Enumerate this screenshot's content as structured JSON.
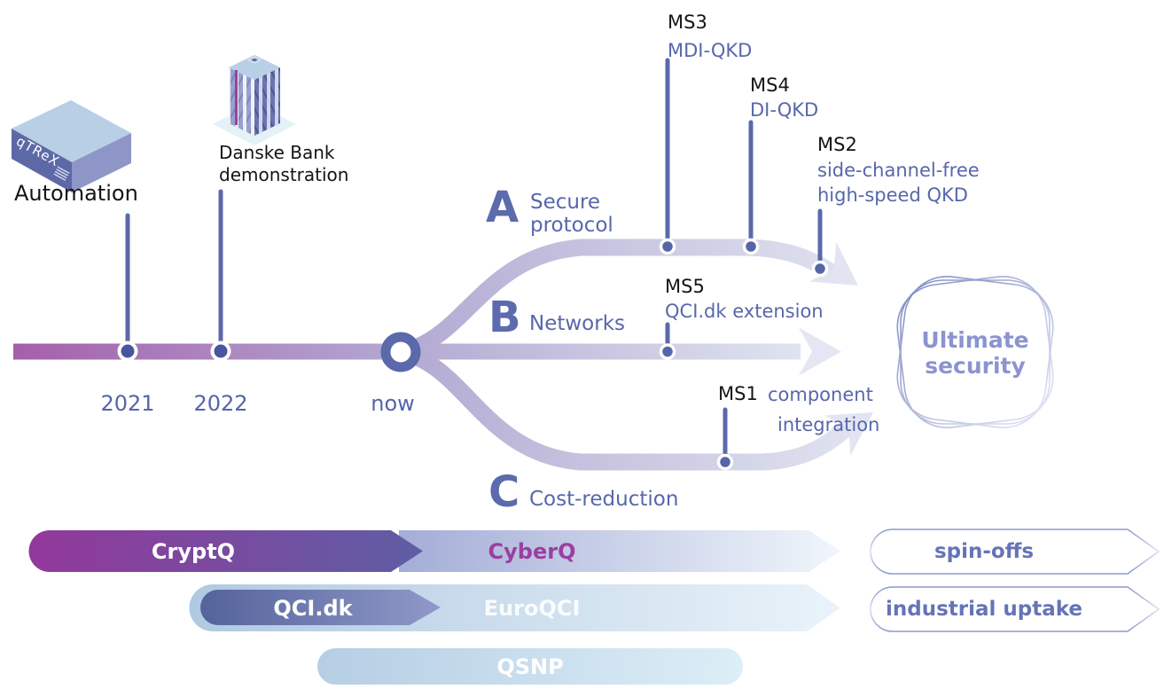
{
  "events": {
    "automation": {
      "label": "Automation"
    },
    "device_name": "qTReX",
    "danske": {
      "line1": "Danske Bank",
      "line2": "demonstration"
    }
  },
  "timeline": {
    "year1": "2021",
    "year2": "2022",
    "now": "now"
  },
  "branches": {
    "a": {
      "letter": "A",
      "line1": "Secure",
      "line2": "protocol"
    },
    "b": {
      "letter": "B",
      "line1": "Networks"
    },
    "c": {
      "letter": "C",
      "line1": "Cost-reduction"
    }
  },
  "milestones": {
    "ms3": {
      "id": "MS3",
      "line1": "MDI-QKD"
    },
    "ms4": {
      "id": "MS4",
      "line1": "DI-QKD"
    },
    "ms2": {
      "id": "MS2",
      "line1": "side-channel-free",
      "line2": "high-speed QKD"
    },
    "ms5": {
      "id": "MS5",
      "line1": "QCI.dk extension"
    },
    "ms1": {
      "id": "MS1",
      "line1": "component",
      "line2": "integration"
    }
  },
  "goal": {
    "line1": "Ultimate",
    "line2": "security"
  },
  "programs": {
    "cryptq": "CryptQ",
    "cyberq": "CyberQ",
    "qcidk": "QCI.dk",
    "euroqci": "EuroQCI",
    "qsnp": "QSNP"
  },
  "outcomes": {
    "spin_offs": "spin-offs",
    "industrial": "industrial uptake"
  },
  "colors": {
    "accent_magenta": "#93389b",
    "accent_blue": "#5565a8",
    "lavender": "#b2a9d2",
    "light_branch": "#e3e6f2",
    "light_blue_bar": "#b7cfe4"
  }
}
